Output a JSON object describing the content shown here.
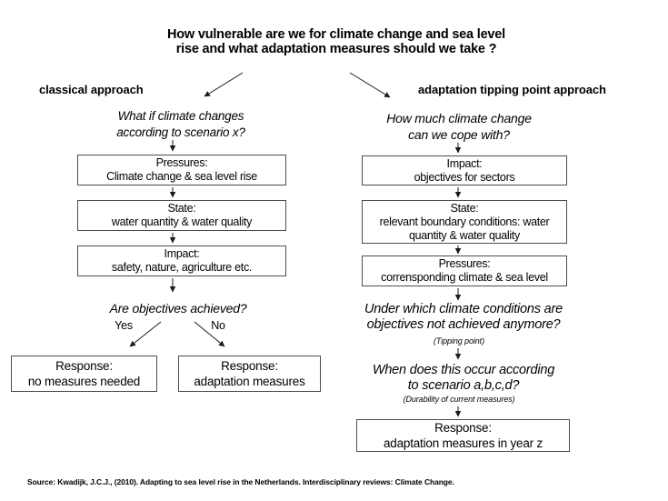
{
  "title": {
    "line1": "How vulnerable are we for climate change and sea level",
    "line2": "rise and what adaptation measures should we take ?"
  },
  "left": {
    "header": "classical approach",
    "question1": {
      "line1": "What if climate changes",
      "line2": "according to scenario x?"
    },
    "boxes": [
      {
        "title": "Pressures:",
        "body": "Climate change & sea level rise"
      },
      {
        "title": "State:",
        "body": "water quantity & water quality"
      },
      {
        "title": "Impact:",
        "body": "safety, nature, agriculture etc."
      }
    ],
    "question2": "Are objectives achieved?",
    "branch": {
      "yes": "Yes",
      "no": "No"
    },
    "outcomes": [
      {
        "title": "Response:",
        "body": "no measures needed"
      },
      {
        "title": "Response:",
        "body": "adaptation measures"
      }
    ]
  },
  "right": {
    "header": "adaptation tipping point approach",
    "question1": {
      "line1": "How much climate change",
      "line2": "can we cope with?"
    },
    "boxes": [
      {
        "title": "Impact:",
        "body": "objectives for sectors"
      },
      {
        "title": "State:",
        "body": "relevant boundary conditions: water quantity & water quality"
      },
      {
        "title": "Pressures:",
        "body": "corrensponding climate & sea level"
      }
    ],
    "question2": {
      "line1": "Under which climate conditions are",
      "line2": "objectives not achieved anymore?"
    },
    "note1": "(Tipping point)",
    "question3": {
      "line1": "When does this occur according",
      "line2": "to scenario a,b,c,d?"
    },
    "note2": "(Durability of current measures)",
    "outcome": {
      "title": "Response:",
      "body": "adaptation measures in year z"
    }
  },
  "source": "Source: Kwadijk, J.C.J., (2010). Adapting to sea level rise in the Netherlands. Interdisciplinary reviews: Climate Change.",
  "colors": {
    "background": "#ffffff",
    "text": "#000000",
    "box_border": "#4d4d4d",
    "arrow": "#1a1a1a"
  }
}
